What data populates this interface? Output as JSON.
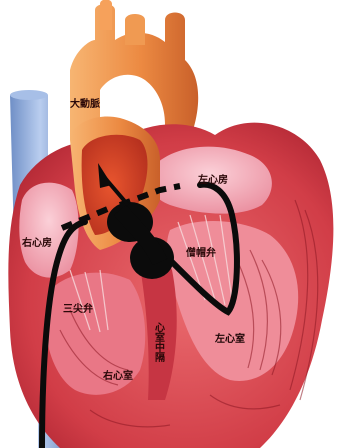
{
  "labels": {
    "aorta": "大動脈",
    "left_atrium": "左心房",
    "right_atrium": "右心房",
    "mitral_valve": "僧帽弁",
    "tricuspid_valve": "三尖弁",
    "septum": "心室中隔",
    "left_ventricle": "左心室",
    "right_ventricle": "右心室"
  },
  "colors": {
    "aorta": "#e9833f",
    "muscle": "#d9434a",
    "muscle_dark": "#b22a35",
    "chamber_pink": "#f3a7b3",
    "vein_blue": "#8faedb",
    "catheter": "#0b0b0b"
  }
}
